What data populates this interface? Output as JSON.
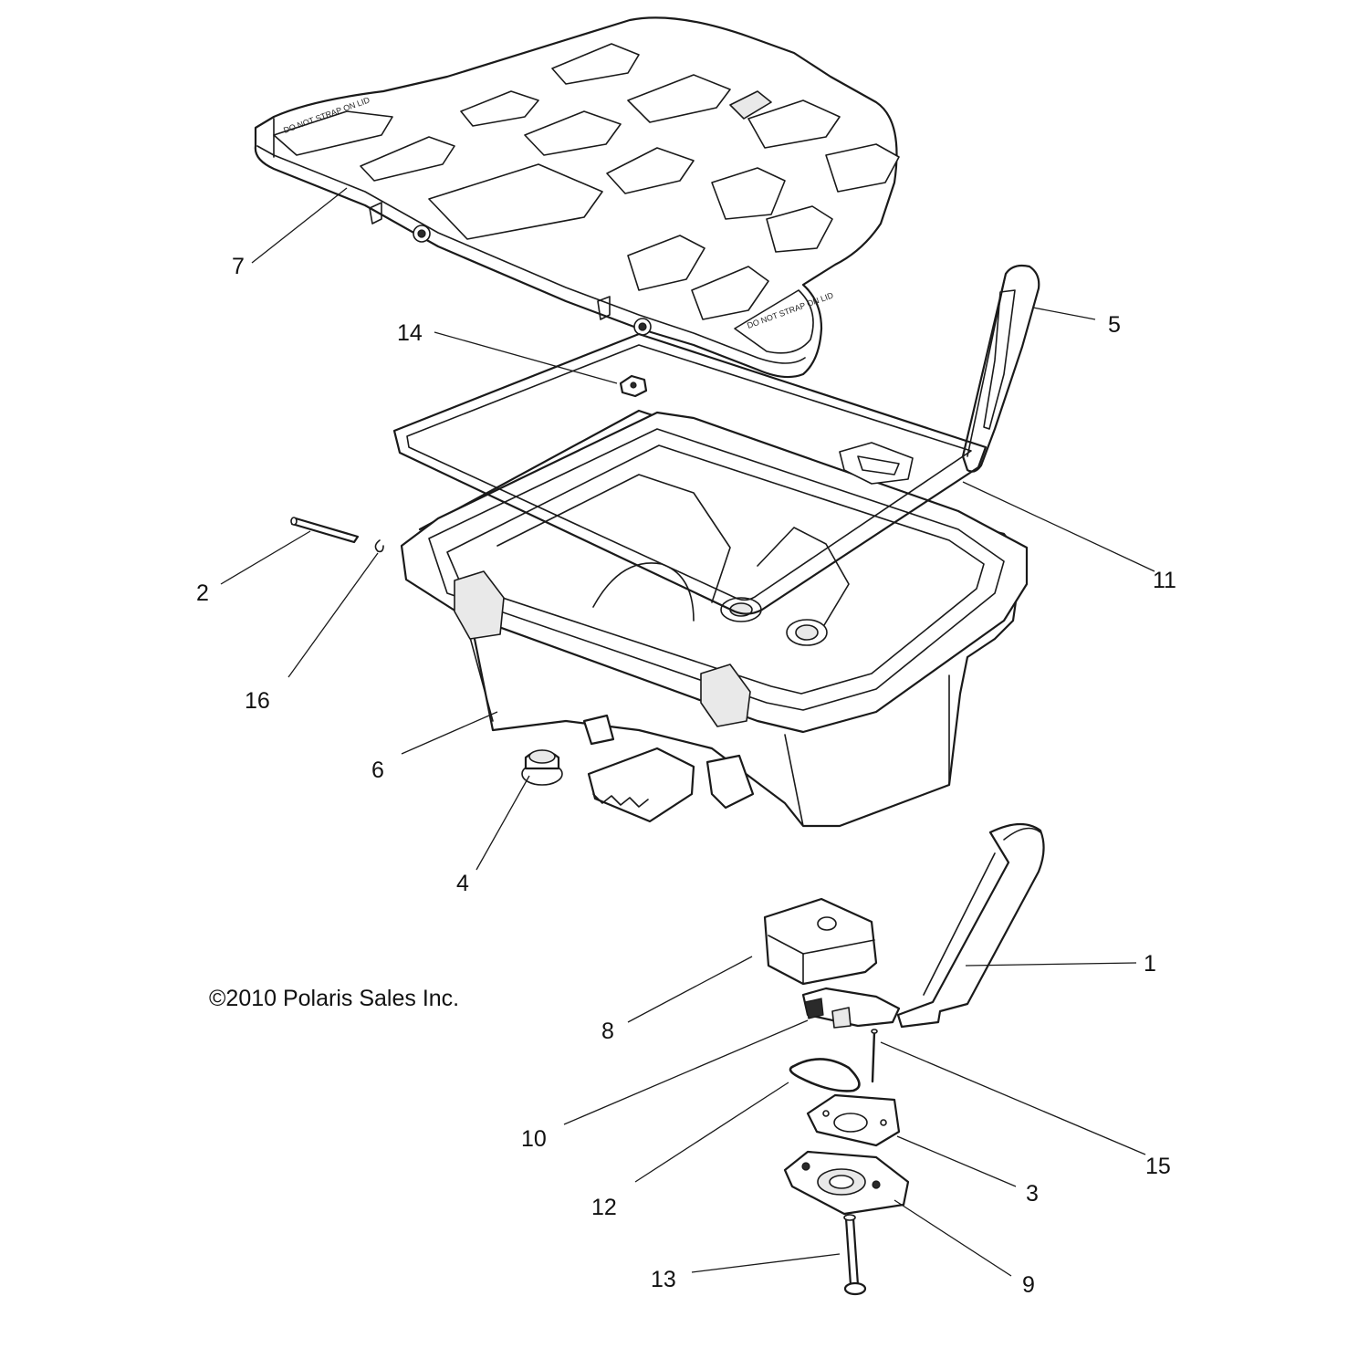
{
  "copyright": "©2010 Polaris Sales Inc.",
  "lid_decal_text": "DO NOT STRAP ON LID",
  "callouts": {
    "n1": "1",
    "n2": "2",
    "n3": "3",
    "n4": "4",
    "n5": "5",
    "n6": "6",
    "n7": "7",
    "n8": "8",
    "n9": "9",
    "n10": "10",
    "n11": "11",
    "n12": "12",
    "n13": "13",
    "n14": "14",
    "n15": "15",
    "n16": "16"
  }
}
